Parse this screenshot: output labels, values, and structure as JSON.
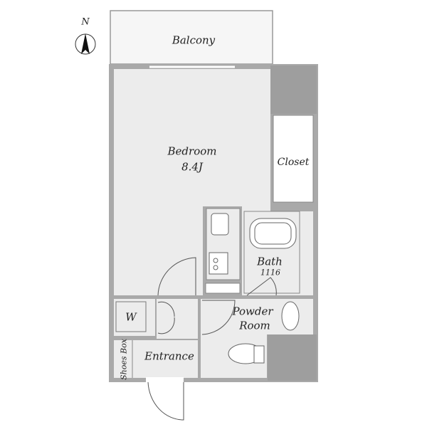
{
  "compass": {
    "label": "N"
  },
  "rooms": {
    "balcony": "Balcony",
    "bedroom": "Bedroom",
    "bedroom_size": "8.4J",
    "closet": "Closet",
    "bath": "Bath",
    "bath_size": "1116",
    "powder_line1": "Powder",
    "powder_line2": "Room",
    "washer": "W",
    "shoes_box": "Shoes Box",
    "entrance": "Entrance"
  },
  "colors": {
    "wall": "#a9a9a9",
    "floor": "#ececec",
    "dark": "#9e9e9e"
  }
}
